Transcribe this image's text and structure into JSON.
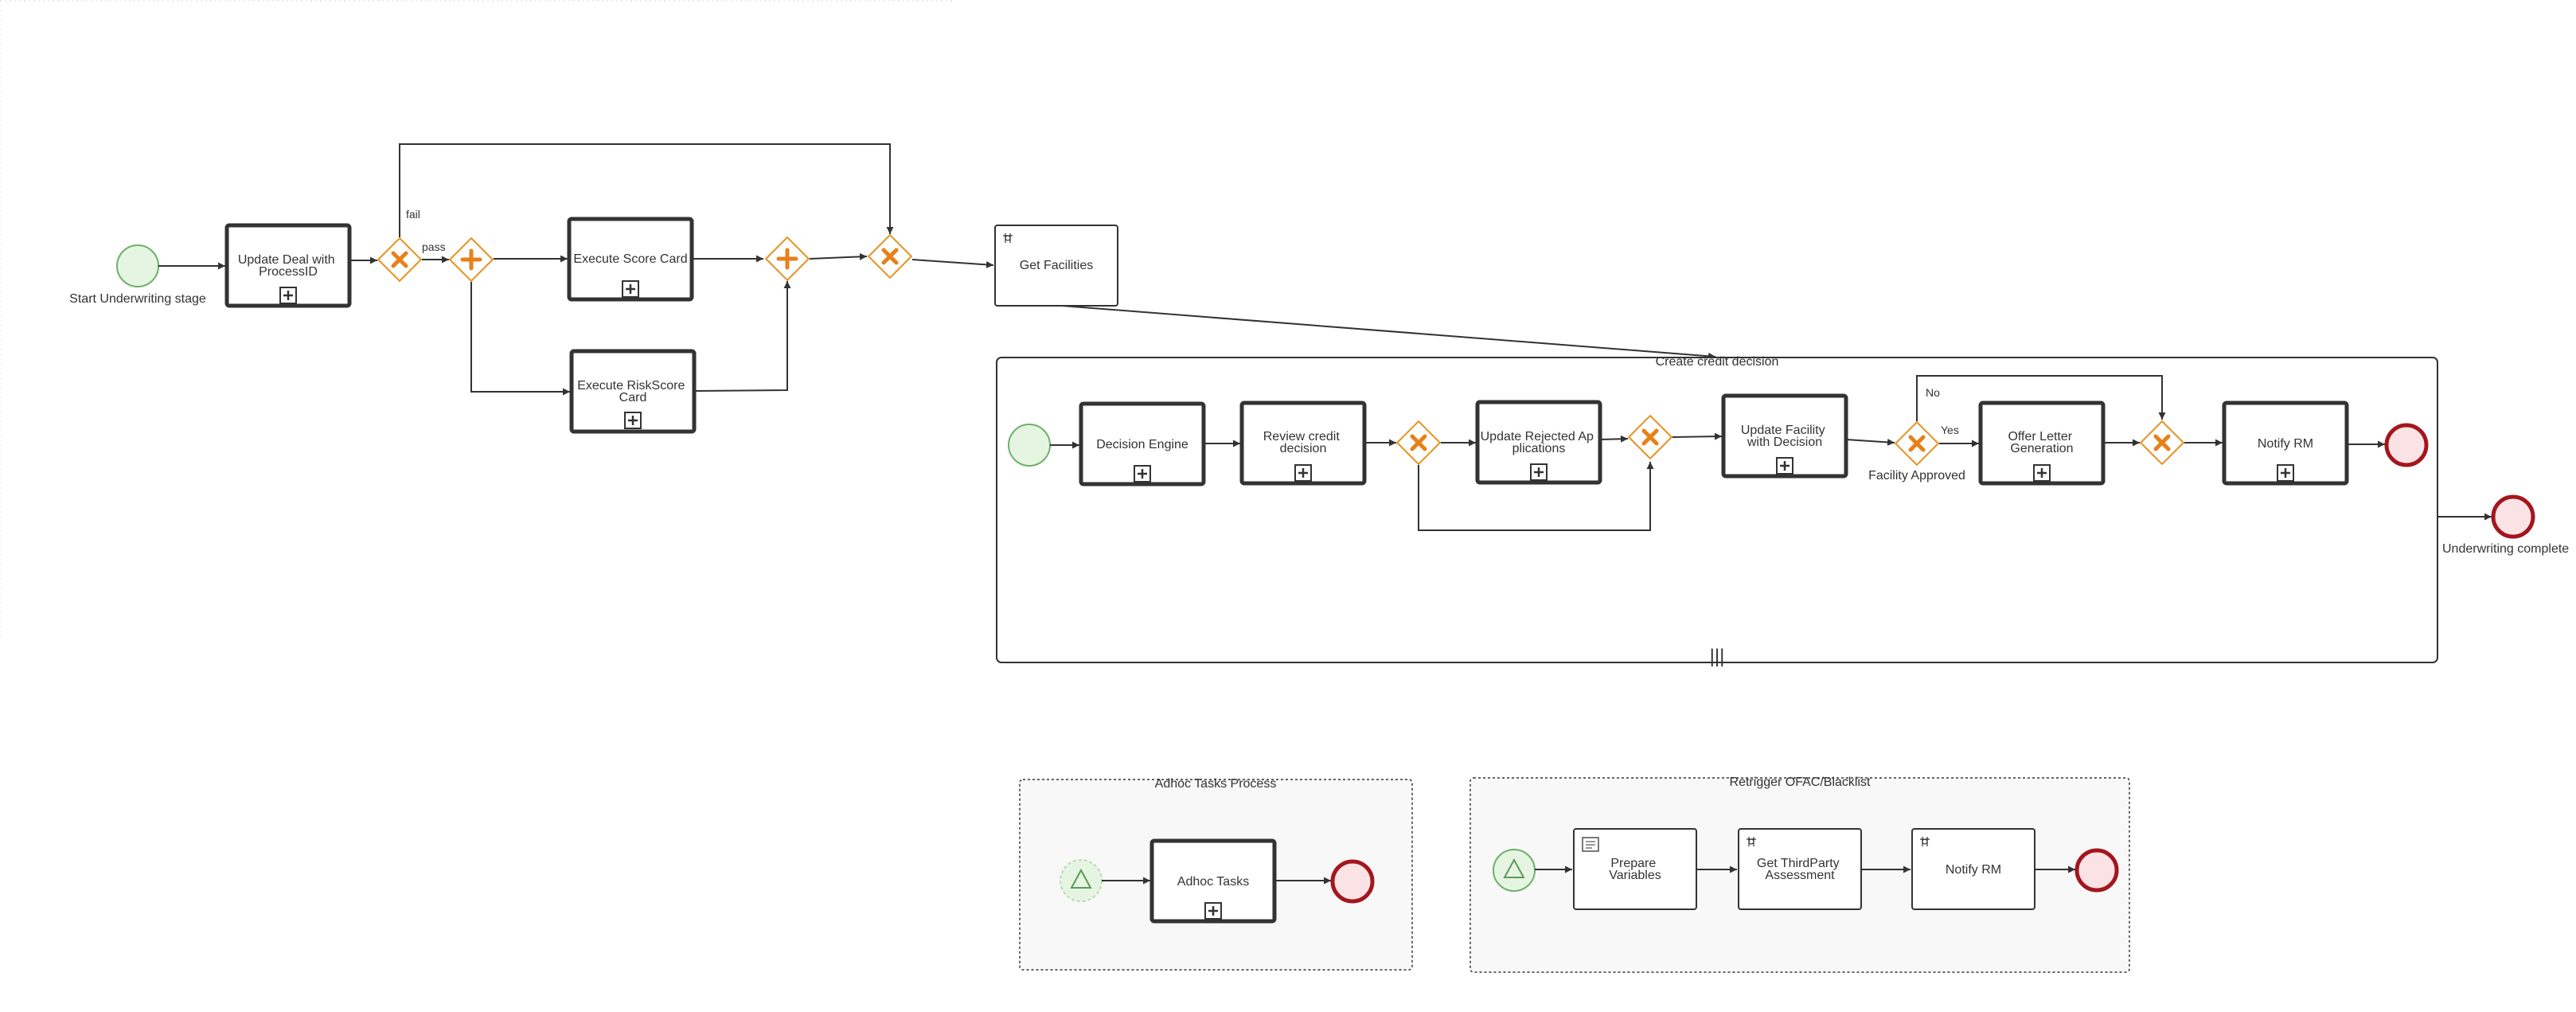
{
  "diagram": {
    "colors": {
      "stroke": "#333333",
      "start_fill": "#e6f5e1",
      "start_stroke": "#6db06b",
      "end_fill": "#fbe3e5",
      "end_stroke": "#a3161e",
      "gateway_stroke": "#e8901e",
      "gateway_marker": "#e8801a",
      "group_fill": "#f8f8f8"
    },
    "main": {
      "start_label": "Start Underwriting stage",
      "update_deal": "Update Deal with ProcessID",
      "fail_label": "fail",
      "pass_label": "pass",
      "score_card": "Execute Score Card",
      "riskscore_card": "Execute RiskScore Card",
      "get_facilities": "Get Facilities",
      "end_label": "Underwriting complete"
    },
    "subprocess": {
      "title": "Create credit decision",
      "decision_engine": "Decision Engine",
      "review_credit": "Review credit decision",
      "update_rejected": "Update Rejected Applications",
      "update_facility": "Update Facility with Decision",
      "facility_approved": "Facility Approved",
      "no_label": "No",
      "yes_label": "Yes",
      "offer_letter": "Offer Letter Generation",
      "notify_rm": "Notify RM",
      "multi_instance_marker": "|||"
    },
    "adhoc": {
      "title": "Adhoc Tasks Process",
      "task": "Adhoc Tasks"
    },
    "retrigger": {
      "title": "Retrigger OFAC/Blacklist",
      "prepare": "Prepare Variables",
      "third_party": "Get ThirdParty Assessment",
      "notify": "Notify RM"
    }
  }
}
